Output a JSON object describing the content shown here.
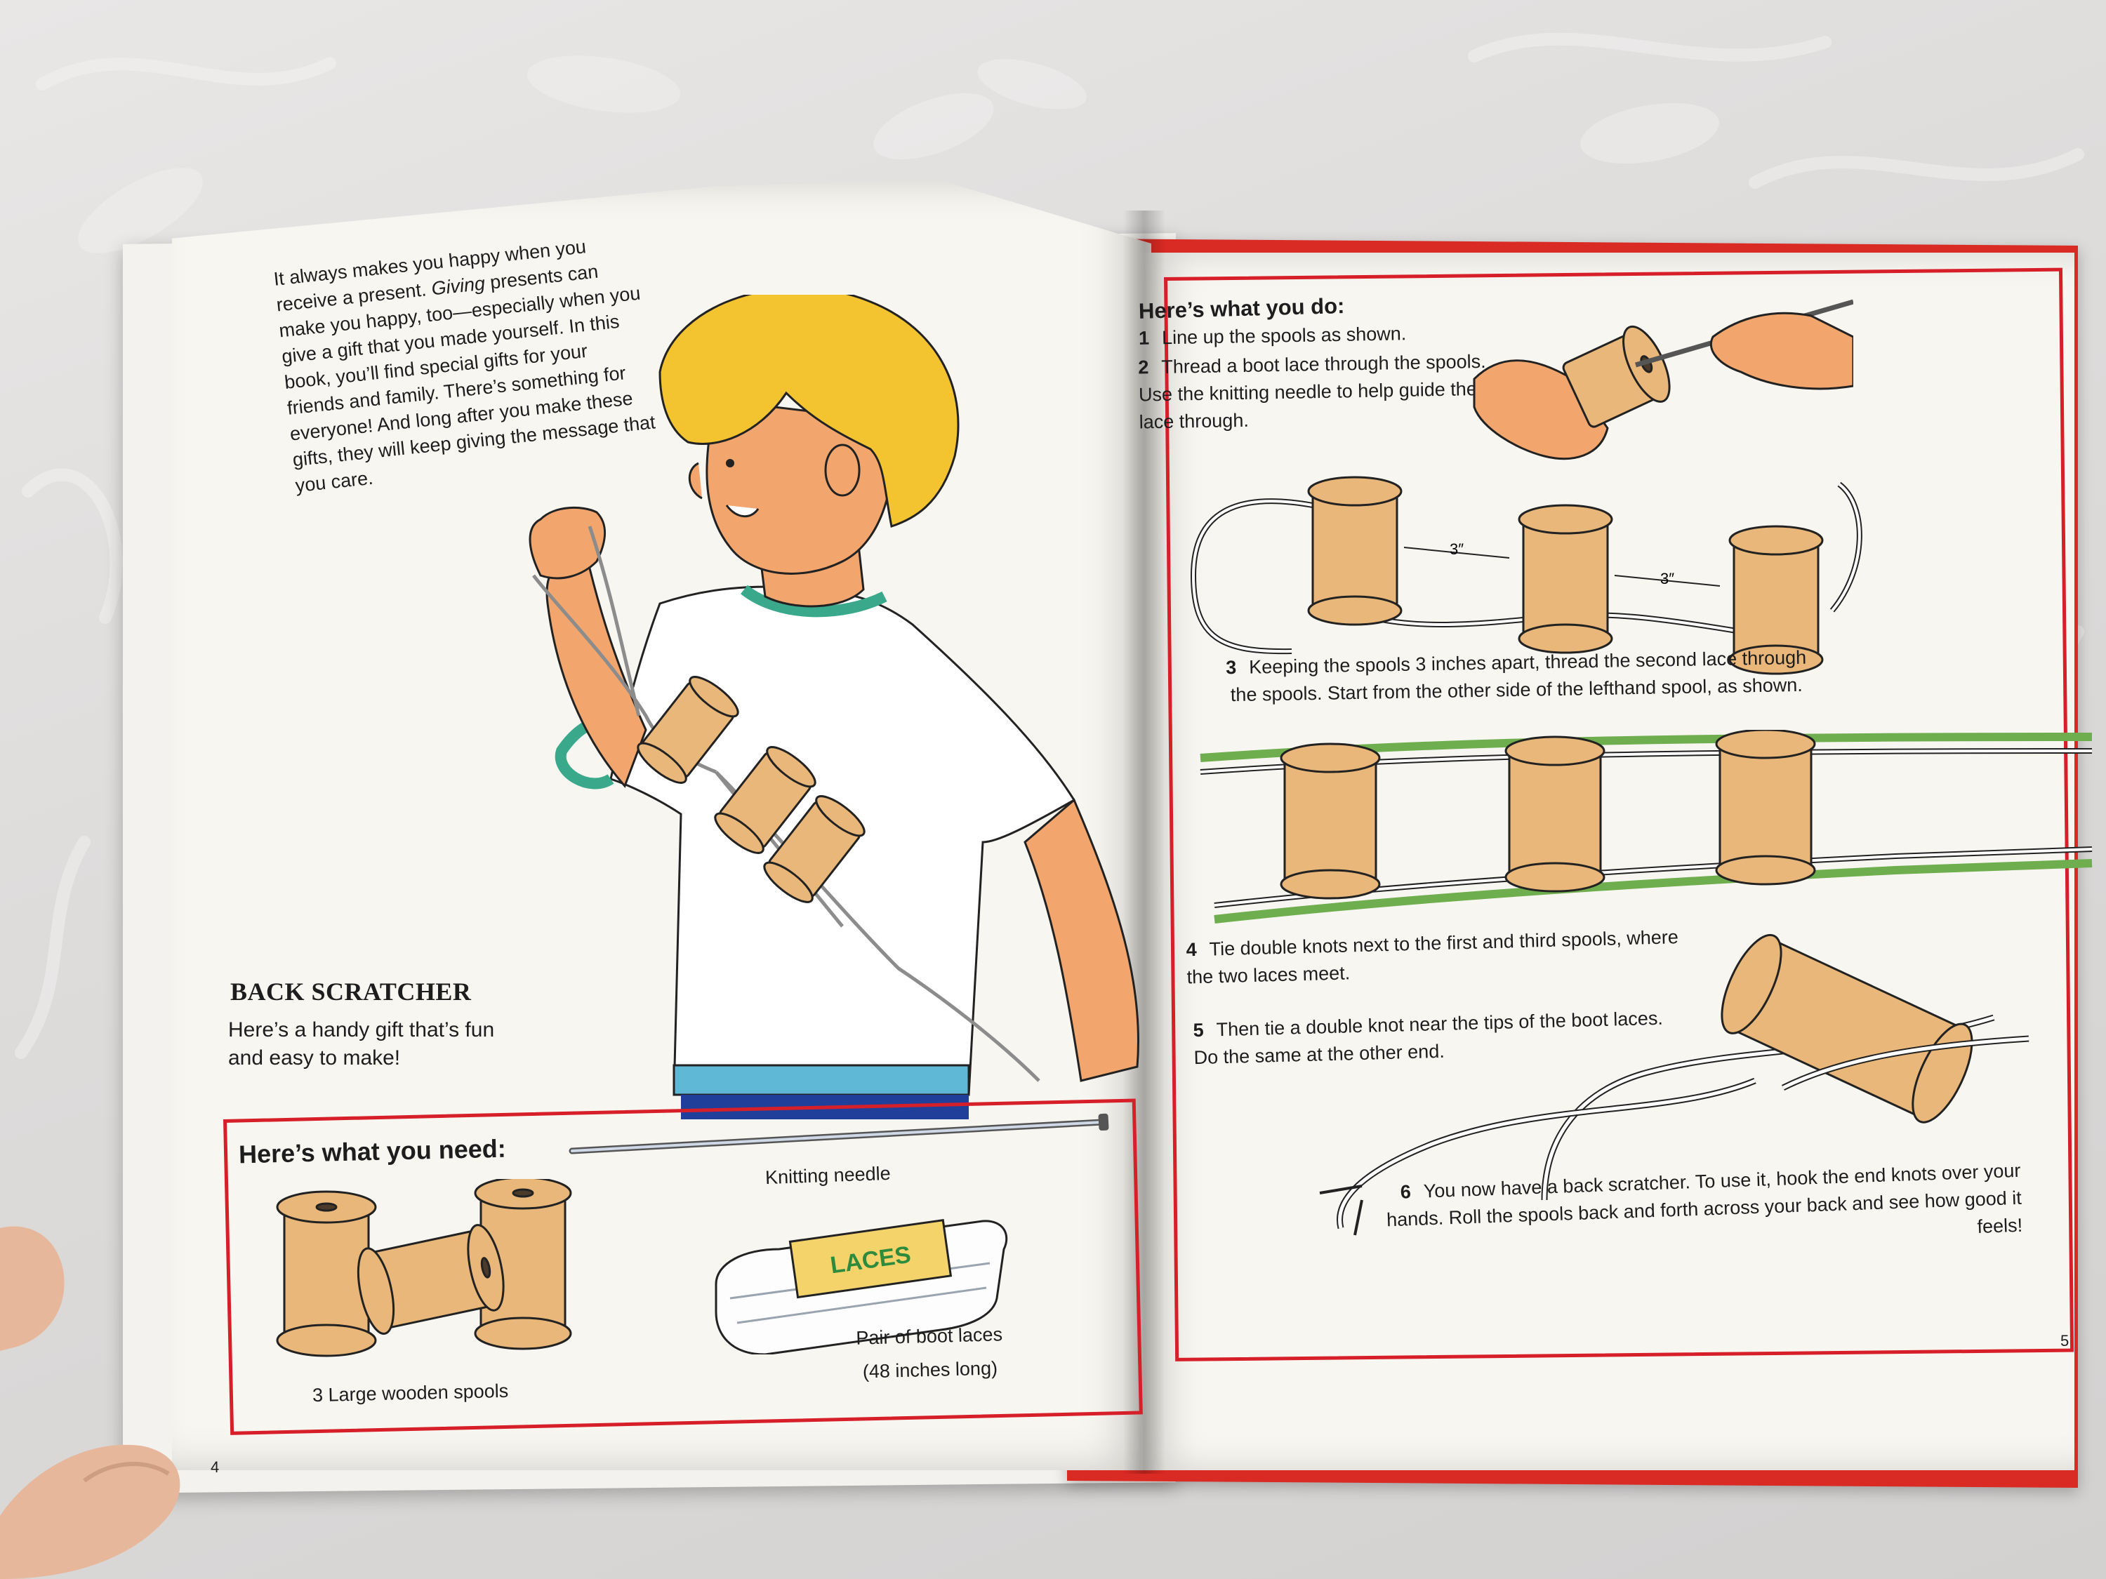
{
  "left_page": {
    "intro_before_em": "It always makes you happy when you receive a present. ",
    "intro_em": "Giving",
    "intro_after_em": " presents can make you happy, too—especially when you give a gift that you made yourself. In this book, you’ll find special gifts for your friends and family. There’s something for everyone! And long after you make these gifts, they will keep giving the message that you care.",
    "title": "BACK SCRATCHER",
    "subtitle": "Here’s a handy gift that’s fun and easy to make!",
    "page_number": "4",
    "need": {
      "heading": "Here’s what you need:",
      "needle_label": "Knitting needle",
      "laces_label_line1": "Pair of boot laces",
      "laces_label_line2": "(48 inches long)",
      "laces_package_text": "LACES",
      "spools_label": "3 Large wooden spools"
    }
  },
  "right_page": {
    "heading": "Here’s what you do:",
    "page_number": "5",
    "steps": [
      {
        "n": "1",
        "text": "Line up the spools as shown."
      },
      {
        "n": "2",
        "text": "Thread a boot lace through the spools. Use the knitting needle to help guide the lace through."
      },
      {
        "n": "3",
        "text": "Keeping the spools 3 inches apart, thread the second lace through the spools. Start from the other side of the lefthand spool, as shown."
      },
      {
        "n": "4",
        "text": "Tie double knots next to the first and third spools, where the two laces meet."
      },
      {
        "n": "5",
        "text": "Then tie a double knot near the tips of the boot laces. Do the same at the other end."
      },
      {
        "n": "6",
        "text": "You now have a back scratcher. To use it, hook the end knots over your hands. Roll the spools back and forth across your back and see how good it feels!"
      }
    ],
    "spacing_label": "3″"
  },
  "colors": {
    "accent_red": "#d61f28",
    "spool_tan": "#e9b779",
    "lace_green": "#6fae4f",
    "hair_yellow": "#f4c430",
    "shirt_trim": "#3aa88a"
  }
}
